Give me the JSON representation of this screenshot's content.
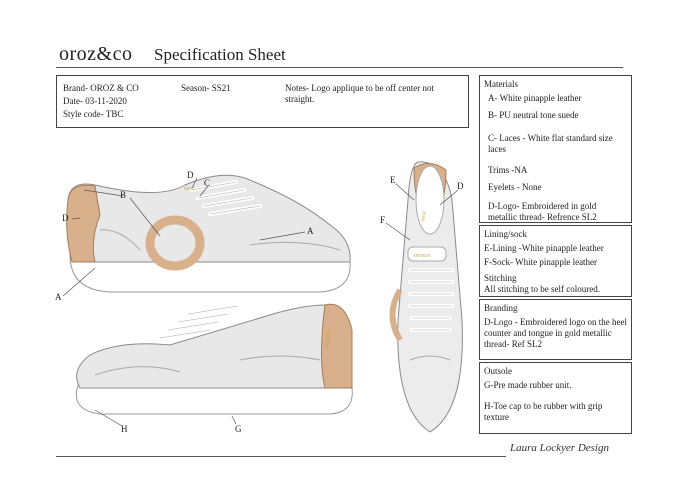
{
  "header": {
    "brand_logo": "oroz&co",
    "title": "Specification Sheet"
  },
  "info": {
    "brand": "Brand- OROZ & CO",
    "date": "Date- 03-11-2020",
    "style_code": "Style code- TBC",
    "season": "Season- SS21",
    "notes_line1": "Notes- Logo applique to be off center not",
    "notes_line2": "straight."
  },
  "materials": {
    "heading": "Materials",
    "a": "A- White pinapple leather",
    "b": "B- PU neutral tone suede",
    "c": "C- Laces - White flat standard size laces",
    "trims": "Trims -NA",
    "eyelets": "Eyelets - None",
    "d": "D-Logo- Embroidered in gold metallic thread- Refrence SL2"
  },
  "lining": {
    "heading": "Lining/sock",
    "e": "E-Lining -White pinapple leather",
    "f": "F-Sock- White pinapple leather",
    "stitching_label": "Stitching",
    "stitching": "All stitching to be self coloured."
  },
  "branding": {
    "heading": "Branding",
    "d": "D-Logo - Embroidered logo on the heel counter and tongue in gold metallic thread- Ref SL2"
  },
  "outsole": {
    "heading": "Outsole",
    "g": "G-Pre made rubber unit.",
    "h": "H-Toe cap to be rubber with grip texture"
  },
  "callouts": {
    "a1": "A",
    "b1": "B",
    "c1": "C",
    "d1": "D",
    "d2": "D",
    "a2": "A",
    "h": "H",
    "g": "G",
    "e": "E",
    "d3": "D",
    "f": "F"
  },
  "footer": {
    "designer": "Laura Lockyer Design"
  },
  "colors": {
    "upper": "#e6e6e6",
    "suede": "#d9b08c",
    "sole": "#ffffff",
    "outline": "#8a8a8a"
  }
}
